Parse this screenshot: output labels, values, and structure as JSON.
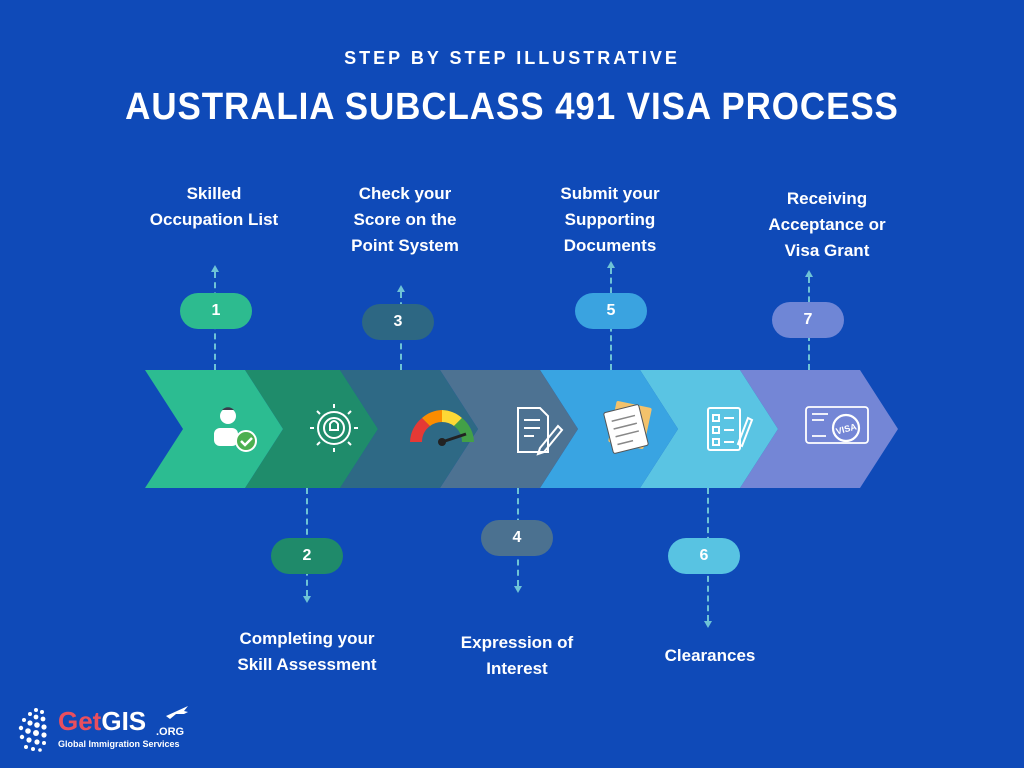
{
  "header": {
    "subtitle": "STEP BY STEP ILLUSTRATIVE",
    "title": "AUSTRALIA SUBCLASS 491 VISA PROCESS"
  },
  "steps": [
    {
      "number": "1",
      "label_lines": [
        "Skilled",
        "Occupation List"
      ],
      "icon": "user-check-icon",
      "color": "#2dbb8f"
    },
    {
      "number": "2",
      "label_lines": [
        "Completing your",
        "Skill Assessment"
      ],
      "icon": "gear-lightbulb-icon",
      "color": "#1f8a6a"
    },
    {
      "number": "3",
      "label_lines": [
        "Check your",
        "Score on the",
        "Point System"
      ],
      "icon": "speedometer-icon",
      "color": "#2d6783"
    },
    {
      "number": "4",
      "label_lines": [
        "Expression of",
        "Interest"
      ],
      "icon": "document-pen-icon",
      "color": "#4b7190"
    },
    {
      "number": "5",
      "label_lines": [
        "Submit your",
        "Supporting",
        "Documents"
      ],
      "icon": "documents-stack-icon",
      "color": "#3aa3e0"
    },
    {
      "number": "6",
      "label_lines": [
        "Clearances"
      ],
      "icon": "checklist-icon",
      "color": "#58c3e2"
    },
    {
      "number": "7",
      "label_lines": [
        "Receiving",
        "Acceptance or",
        "Visa Grant"
      ],
      "icon": "visa-passport-icon",
      "color": "#6f86d6"
    }
  ],
  "logo": {
    "get": "Get",
    "gis": "GIS",
    "org": ".ORG",
    "tagline": "Global Immigration Services"
  }
}
